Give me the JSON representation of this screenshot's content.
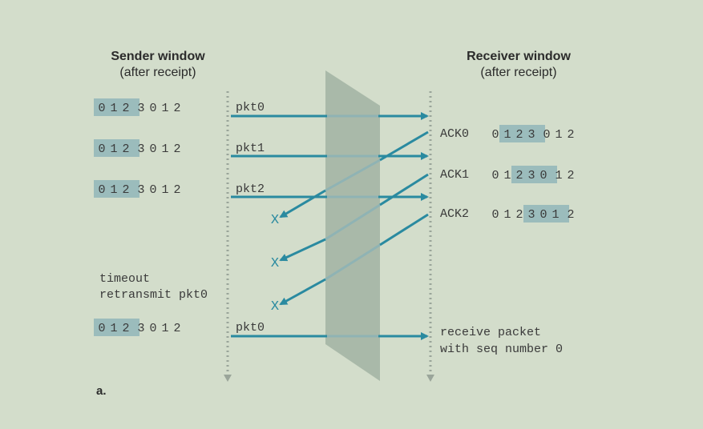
{
  "sender": {
    "heading": "Sender window",
    "subheading": "(after receipt)",
    "windows": [
      {
        "seq": [
          "0",
          "1",
          "2",
          "3",
          "0",
          "1",
          "2"
        ],
        "start": 0,
        "size": 3
      },
      {
        "seq": [
          "0",
          "1",
          "2",
          "3",
          "0",
          "1",
          "2"
        ],
        "start": 0,
        "size": 3
      },
      {
        "seq": [
          "0",
          "1",
          "2",
          "3",
          "0",
          "1",
          "2"
        ],
        "start": 0,
        "size": 3
      },
      {
        "seq": [
          "0",
          "1",
          "2",
          "3",
          "0",
          "1",
          "2"
        ],
        "start": 0,
        "size": 3
      }
    ],
    "timeout_line1": "timeout",
    "timeout_line2": "retransmit pkt0"
  },
  "receiver": {
    "heading": "Receiver window",
    "subheading": "(after receipt)",
    "windows": [
      {
        "seq": [
          "0",
          "1",
          "2",
          "3",
          "0",
          "1",
          "2"
        ],
        "start": 1,
        "size": 3
      },
      {
        "seq": [
          "0",
          "1",
          "2",
          "3",
          "0",
          "1",
          "2"
        ],
        "start": 2,
        "size": 3
      },
      {
        "seq": [
          "0",
          "1",
          "2",
          "3",
          "0",
          "1",
          "2"
        ],
        "start": 3,
        "size": 3
      }
    ],
    "receive_line1": "receive packet",
    "receive_line2": "with seq number 0"
  },
  "packets": [
    "pkt0",
    "pkt1",
    "pkt2",
    "pkt0"
  ],
  "acks": [
    "ACK0",
    "ACK1",
    "ACK2"
  ],
  "loss_marks": [
    "X",
    "X",
    "X"
  ],
  "caption": "a.",
  "colors": {
    "background": "#d3ddcb",
    "arrow": "#2a8aa0",
    "window_highlight": "#9bbcbc",
    "channel": "#a9b9a9",
    "timeline": "#9aa59a"
  }
}
